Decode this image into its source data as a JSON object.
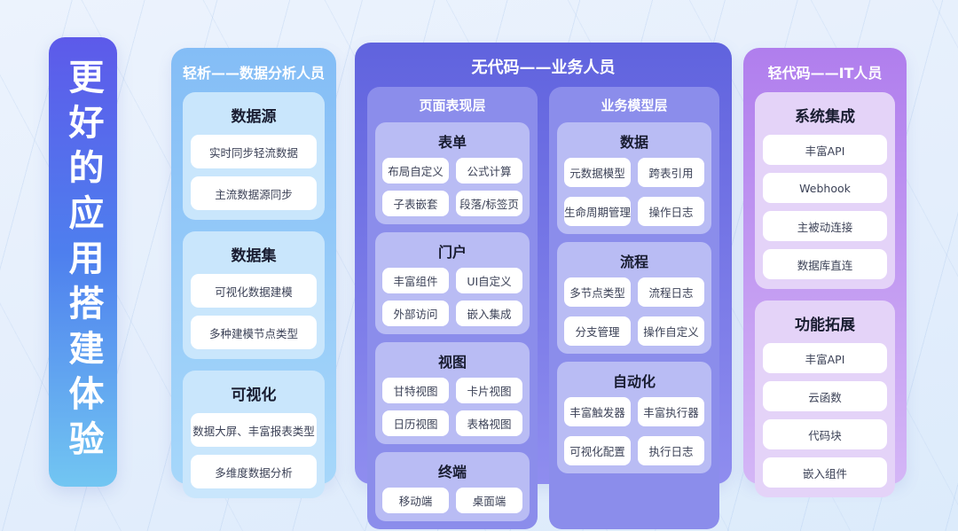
{
  "banner": {
    "title": "更好的应用搭建体验"
  },
  "columns": [
    {
      "id": "qingxi",
      "header": "轻析——数据分析人员",
      "sections": [
        {
          "title": "数据源",
          "items": [
            "实时同步轻流数据",
            "主流数据源同步"
          ]
        },
        {
          "title": "数据集",
          "items": [
            "可视化数据建模",
            "多种建模节点类型"
          ]
        },
        {
          "title": "可视化",
          "items": [
            "数据大屏、丰富报表类型",
            "多维度数据分析"
          ]
        }
      ]
    },
    {
      "id": "nocode",
      "header": "无代码——业务人员",
      "panels": [
        {
          "title": "页面表现层",
          "sections": [
            {
              "title": "表单",
              "items": [
                "布局自定义",
                "公式计算",
                "子表嵌套",
                "段落/标签页"
              ]
            },
            {
              "title": "门户",
              "items": [
                "丰富组件",
                "UI自定义",
                "外部访问",
                "嵌入集成"
              ]
            },
            {
              "title": "视图",
              "items": [
                "甘特视图",
                "卡片视图",
                "日历视图",
                "表格视图"
              ]
            },
            {
              "title": "终端",
              "items": [
                "移动端",
                "桌面端"
              ]
            }
          ]
        },
        {
          "title": "业务模型层",
          "sections": [
            {
              "title": "数据",
              "items": [
                "元数据模型",
                "跨表引用",
                "生命周期管理",
                "操作日志"
              ]
            },
            {
              "title": "流程",
              "items": [
                "多节点类型",
                "流程日志",
                "分支管理",
                "操作自定义"
              ]
            },
            {
              "title": "自动化",
              "items": [
                "丰富触发器",
                "丰富执行器",
                "可视化配置",
                "执行日志"
              ]
            }
          ]
        }
      ]
    },
    {
      "id": "lowcode",
      "header": "轻代码——IT人员",
      "sections": [
        {
          "title": "系统集成",
          "items": [
            "丰富API",
            "Webhook",
            "主被动连接",
            "数据库直连"
          ]
        },
        {
          "title": "功能拓展",
          "items": [
            "丰富API",
            "云函数",
            "代码块",
            "嵌入组件"
          ]
        }
      ]
    }
  ],
  "colors": {
    "background": "#e4eefc",
    "banner_top": "#5d5aea",
    "banner_bottom": "#72c6f2",
    "col_qingxi_top": "#84bdf6",
    "col_qingxi_card": "#c9e6fc",
    "col_nocode_top": "#6063de",
    "col_nocode_panel": "#8b8deb",
    "col_nocode_card": "#b9bcf4",
    "col_lowcode_top": "#b07eed",
    "col_lowcode_card": "#e4d3f8",
    "pill_bg": "#ffffff",
    "title_text": "#181c30",
    "pill_text": "#3c4257"
  }
}
